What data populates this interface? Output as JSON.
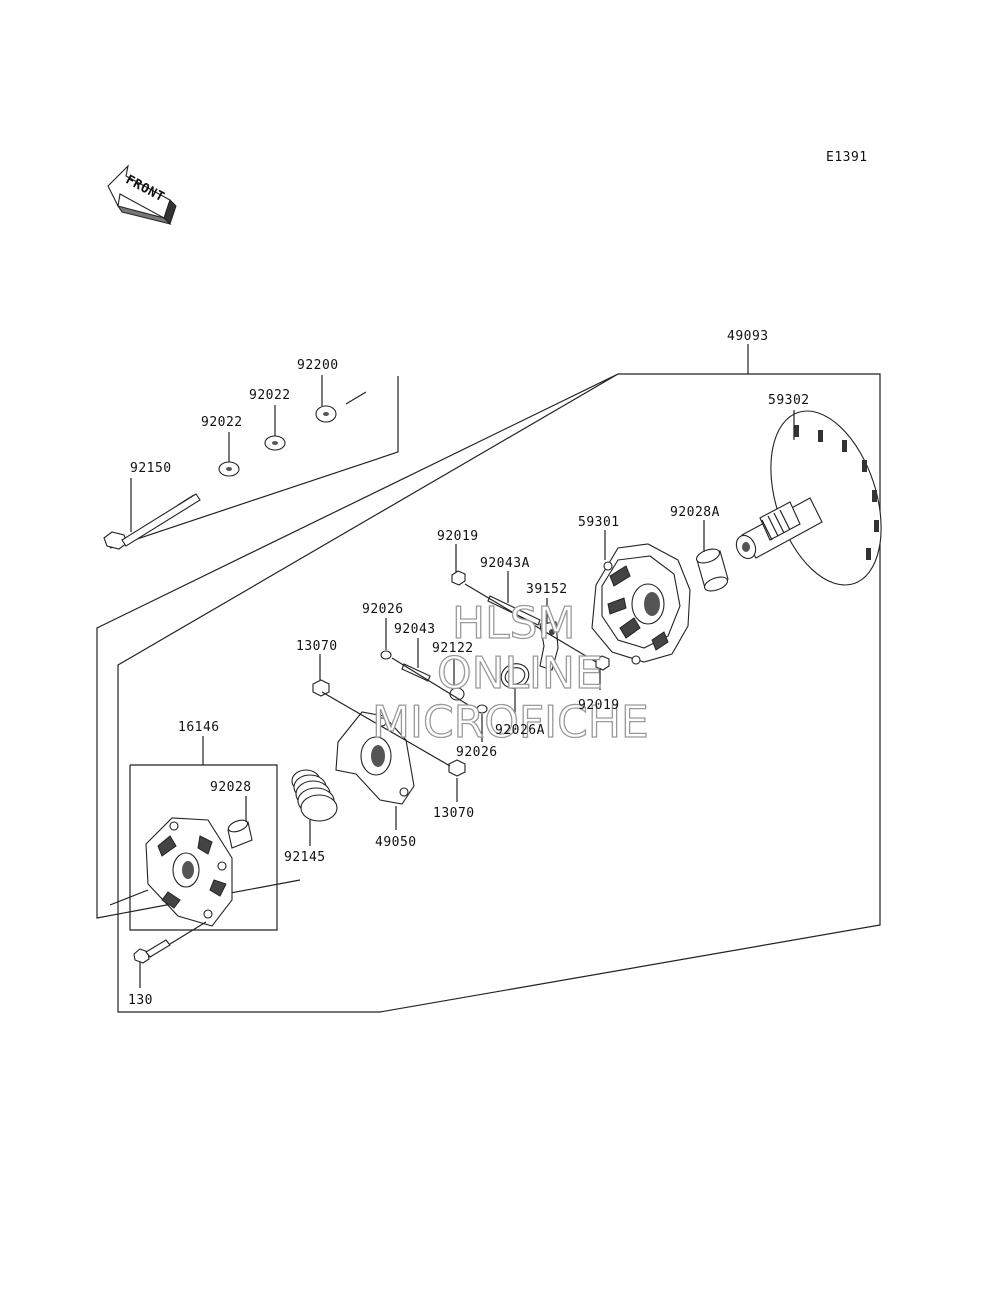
{
  "diagram": {
    "code": "E1391",
    "front_label": "FRONT"
  },
  "watermark": {
    "line1": "HLSM",
    "line2": "ONLINE",
    "line3": "MICROFICHE"
  },
  "parts": [
    {
      "id": "p49093",
      "number": "49093"
    },
    {
      "id": "p59302",
      "number": "59302"
    },
    {
      "id": "p92200",
      "number": "92200"
    },
    {
      "id": "p92022a",
      "number": "92022"
    },
    {
      "id": "p92022b",
      "number": "92022"
    },
    {
      "id": "p92150",
      "number": "92150"
    },
    {
      "id": "p59301",
      "number": "59301"
    },
    {
      "id": "p92028A",
      "number": "92028A"
    },
    {
      "id": "p92019a",
      "number": "92019"
    },
    {
      "id": "p92043A",
      "number": "92043A"
    },
    {
      "id": "p39152",
      "number": "39152"
    },
    {
      "id": "p92026a",
      "number": "92026"
    },
    {
      "id": "p92043",
      "number": "92043"
    },
    {
      "id": "p92122",
      "number": "92122"
    },
    {
      "id": "p13070a",
      "number": "13070"
    },
    {
      "id": "p92019b",
      "number": "92019"
    },
    {
      "id": "p92026A",
      "number": "92026A"
    },
    {
      "id": "p92026b",
      "number": "92026"
    },
    {
      "id": "p16146",
      "number": "16146"
    },
    {
      "id": "p92028",
      "number": "92028"
    },
    {
      "id": "p13070b",
      "number": "13070"
    },
    {
      "id": "p92145",
      "number": "92145"
    },
    {
      "id": "p49050",
      "number": "49050"
    },
    {
      "id": "p130",
      "number": "130"
    }
  ]
}
